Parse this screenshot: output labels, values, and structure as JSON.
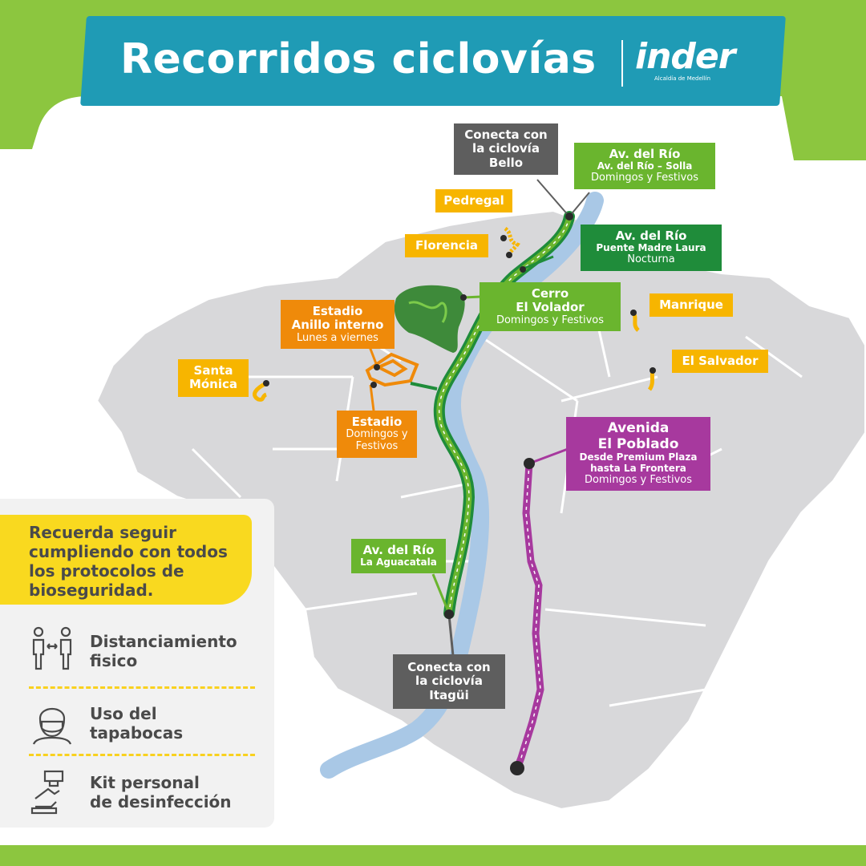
{
  "header": {
    "title": "Recorridos ciclovías",
    "brand_name": "inder",
    "brand_subtitle": "Alcaldía de Medellín"
  },
  "map_labels": {
    "bello": {
      "l1": "Conecta con",
      "l2": "la ciclovía",
      "l3": "Bello"
    },
    "rio_solla": {
      "l1": "Av. del Río",
      "l2": "Av. del Río – Solla",
      "l3": "Domingos y Festivos"
    },
    "pedregal": {
      "l1": "Pedregal"
    },
    "florencia": {
      "l1": "Florencia"
    },
    "rio_madre_laura": {
      "l1": "Av. del Río",
      "l2": "Puente Madre Laura",
      "l3": "Nocturna"
    },
    "volador": {
      "l1": "Cerro",
      "l2": "El Volador",
      "l3": "Domingos y Festivos"
    },
    "manrique": {
      "l1": "Manrique"
    },
    "anillo": {
      "l1": "Estadio",
      "l2": "Anillo interno",
      "l3": "Lunes a viernes"
    },
    "el_salvador": {
      "l1": "El Salvador"
    },
    "santa_monica": {
      "l1": "Santa",
      "l2": "Mónica"
    },
    "estadio": {
      "l1": "Estadio",
      "l2": "Domingos y",
      "l3": "Festivos"
    },
    "poblado": {
      "l1": "Avenida",
      "l2": "El Poblado",
      "l3": "Desde Premium Plaza",
      "l4": "hasta La Frontera",
      "l5": "Domingos y Festivos"
    },
    "aguacatala": {
      "l1": "Av. del Río",
      "l2": "La Aguacatala"
    },
    "itagui": {
      "l1": "Conecta con",
      "l2": "la ciclovía",
      "l3": "Itagüi"
    }
  },
  "reminder": {
    "text": "Recuerda seguir cumpliendo con todos los protocolos de bioseguridad."
  },
  "protocols": [
    {
      "icon": "distancing-icon",
      "label": "Distanciamiento\nfisico"
    },
    {
      "icon": "face-mask-icon",
      "label": "Uso del\ntapabocas"
    },
    {
      "icon": "disinfection-kit-icon",
      "label": "Kit personal\nde desinfección"
    }
  ],
  "colors": {
    "header_blue": "#1f9bb5",
    "background_green": "#8cc63f",
    "map_gray": "#d6d6d8",
    "river_blue": "#a9c8e6",
    "route_dark_green": "#1f8c3a",
    "route_light_green": "#6ab52e",
    "route_orange": "#ef8a0a",
    "route_yellow": "#f7b500",
    "route_purple": "#a7399e",
    "connector_gray": "#5e5e5e",
    "reminder_yellow": "#f9d91f"
  }
}
